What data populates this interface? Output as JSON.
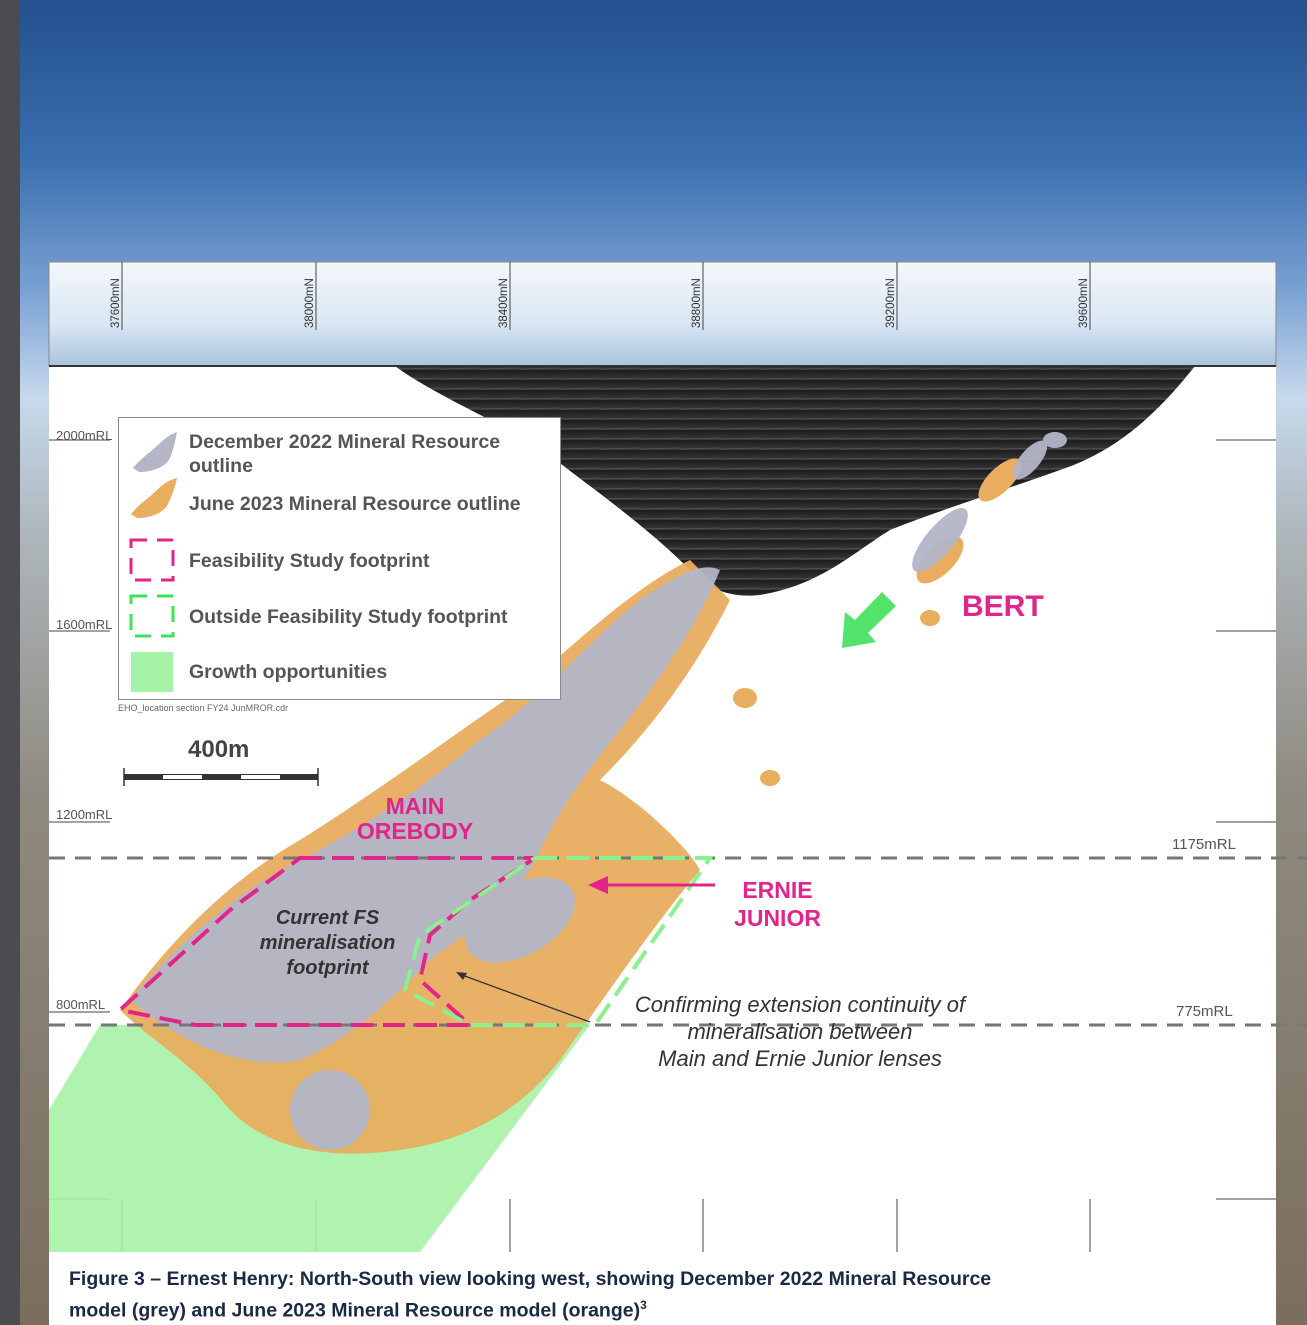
{
  "northings": [
    "37600mN",
    "38000mN",
    "38400mN",
    "38800mN",
    "39200mN",
    "39600mN"
  ],
  "rl_left": [
    "2000mRL",
    "1600mRL",
    "1200mRL",
    "800mRL"
  ],
  "rl_right": [
    "1175mRL",
    "775mRL"
  ],
  "legend": {
    "items": [
      {
        "label_line1": "December 2022 Mineral Resource",
        "label_line2": "outline",
        "symbol": "grey-blob-icon",
        "color": "#b4b6c8"
      },
      {
        "label_line1": "June 2023 Mineral Resource outline",
        "symbol": "orange-blob-icon",
        "color": "#e8ad5f"
      },
      {
        "label_line1": "Feasibility Study footprint",
        "symbol": "magenta-dashed-box-icon",
        "color": "#e1258a"
      },
      {
        "label_line1": "Outside Feasibility Study footprint",
        "symbol": "green-dashed-box-icon",
        "color": "#3fe05a"
      },
      {
        "label_line1": "Growth opportunities",
        "symbol": "green-square-icon",
        "color": "#a6f2a6"
      }
    ],
    "file_name": "EHO_location section FY24 JunMROR.cdr"
  },
  "scale_bar": {
    "label": "400m"
  },
  "annotations": {
    "bert": "BERT",
    "main_orebody_line1": "MAIN",
    "main_orebody_line2": "OREBODY",
    "ernie_line1": "ERNIE",
    "ernie_line2": "JUNIOR",
    "fs_line1": "Current FS",
    "fs_line2": "mineralisation",
    "fs_line3": "footprint",
    "confirm_line1": "Confirming extension continuity of",
    "confirm_line2": "mineralisation between",
    "confirm_line3": "Main and Ernie Junior lenses"
  },
  "caption": {
    "line1": "Figure 3 – Ernest Henry: North-South view looking west, showing December 2022 Mineral Resource",
    "line2": "model (grey) and June 2023 Mineral Resource model (orange)",
    "footnote": "3"
  },
  "colors": {
    "magenta": "#e1258a",
    "green": "#3fe05a",
    "growth": "#a6f2a6",
    "grey_model": "#b4b6c8",
    "orange_model": "#e8ad5f",
    "pit": "#2b2b2b"
  }
}
